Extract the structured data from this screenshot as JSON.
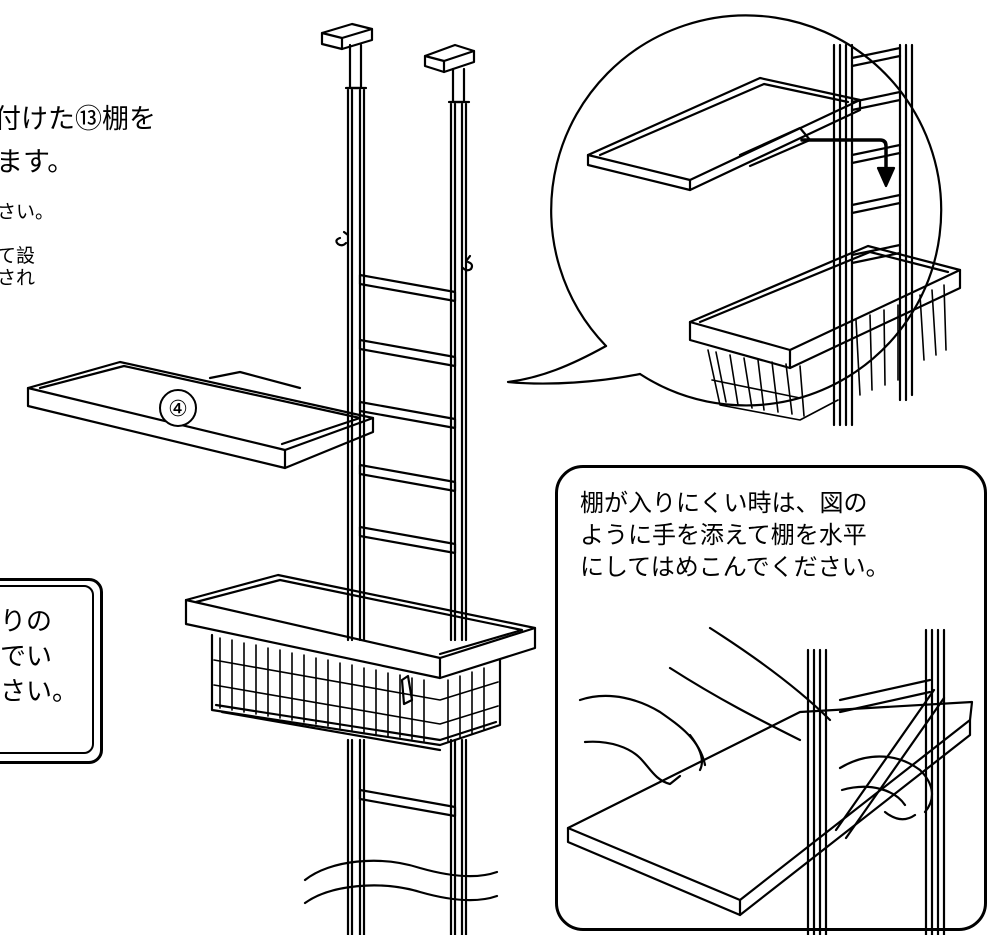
{
  "instruction": {
    "title_line_1": "付けた⑬棚を",
    "title_line_2": "ます。",
    "note_line_1": "さい。",
    "note_line_2": "て設",
    "note_line_3": "され"
  },
  "caution": {
    "line_1": "りの",
    "line_2": "でい",
    "line_3": "さい。"
  },
  "tip": {
    "line_1": "棚が入りにくい時は、図の",
    "line_2": "ように手を添えて棚を水平",
    "line_3": "にしてはめこんでください。"
  },
  "shelf_label": "④",
  "colors": {
    "line": "#000000",
    "background": "#ffffff"
  }
}
